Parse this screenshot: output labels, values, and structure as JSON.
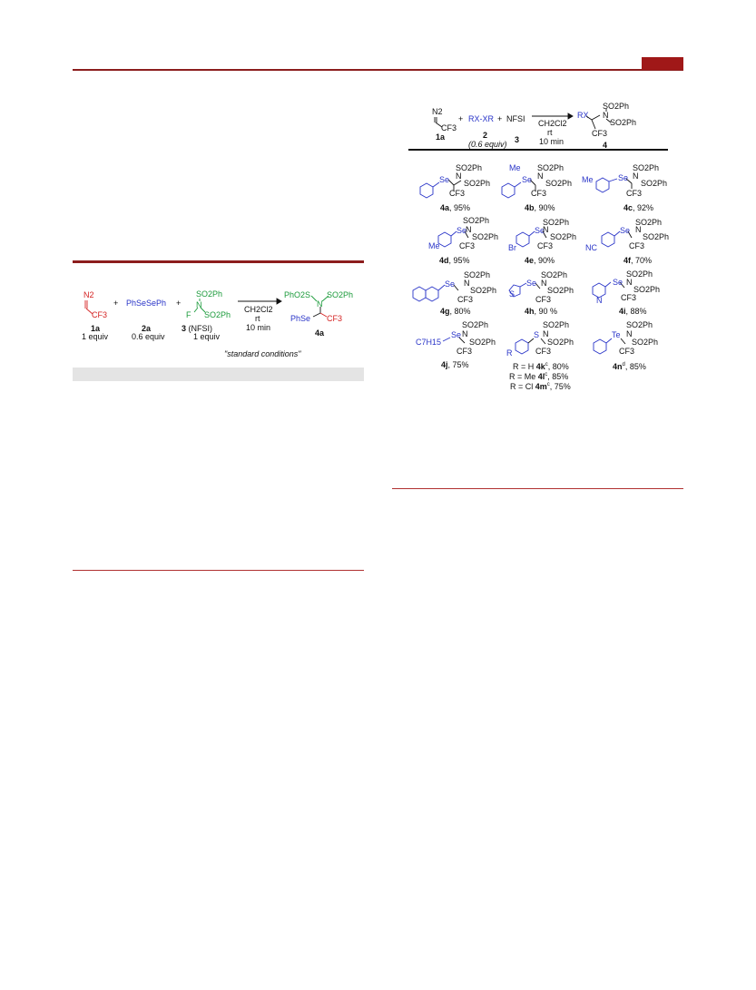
{
  "header": {
    "color": "#a01818"
  },
  "left_scheme": {
    "reactant_1": "N2",
    "cf3": "CF3",
    "plus1": "+",
    "reagent_2": "PhSeSePh",
    "plus2": "+",
    "nfsi_so2ph_top": "SO2Ph",
    "nfsi_n": "N",
    "nfsi_f": "F",
    "nfsi_so2ph_bottom": "SO2Ph",
    "conditions": [
      "CH2Cl2",
      "rt",
      "10 min"
    ],
    "product_phso2s": "PhO2S",
    "product_n": "N",
    "product_so2ph": "SO2Ph",
    "product_phse": "PhSe",
    "product_cf3": "CF3",
    "label_1a": "1a",
    "equiv_1a": "1 equiv",
    "label_2a": "2a",
    "equiv_2a": "0.6 equiv",
    "label_3": "3",
    "label_3_suffix": " (NFSI)",
    "equiv_3": "1 equiv",
    "label_4a": "4a",
    "caption": "\"standard conditions\""
  },
  "right_scheme": {
    "reactant_1a": "1a",
    "n2": "N2",
    "cf3": "CF3",
    "plus1": "+",
    "rx_xr": "RX-XR",
    "plus2": "+",
    "nfsi": "NFSI",
    "label_2": "2",
    "equiv_2": "(0.6 equiv)",
    "label_3": "3",
    "conditions": [
      "CH2Cl2",
      "rt",
      "10 min"
    ],
    "product_rx": "RX",
    "product_n": "N",
    "product_so2ph_top": "SO2Ph",
    "product_so2ph": "SO2Ph",
    "product_cf3": "CF3",
    "label_4": "4"
  },
  "products": [
    {
      "id": "4a",
      "yield": ", 95%"
    },
    {
      "id": "4b",
      "yield": ", 90%"
    },
    {
      "id": "4c",
      "yield": ", 92%"
    },
    {
      "id": "4d",
      "yield": ", 95%"
    },
    {
      "id": "4e",
      "yield": ", 90%"
    },
    {
      "id": "4f",
      "yield": ", 70%"
    },
    {
      "id": "4g",
      "yield": ", 80%"
    },
    {
      "id": "4h",
      "yield": ", 90 %"
    },
    {
      "id": "4i",
      "yield": ", 88%"
    },
    {
      "id": "4j",
      "yield": ", 75%"
    },
    {
      "id": "4n",
      "sup": "d",
      "yield": ", 85%"
    }
  ],
  "product_4k_lines": [
    {
      "prefix": "R = H ",
      "id": "4k",
      "sup": "c",
      "yield": ", 80%"
    },
    {
      "prefix": "R = Me ",
      "id": "4l",
      "sup": "c",
      "yield": ", 85%"
    },
    {
      "prefix": "R = Cl ",
      "id": "4m",
      "sup": "c",
      "yield": ", 75%"
    }
  ],
  "fragments": {
    "se": "Se",
    "s": "S",
    "te": "Te",
    "n": "N",
    "so2ph": "SO2Ph",
    "cf3": "CF3",
    "me": "Me",
    "br": "Br",
    "nc": "NC",
    "ch": "C7H15",
    "r": "R",
    "ring_s": "S",
    "ring_n": "N"
  }
}
